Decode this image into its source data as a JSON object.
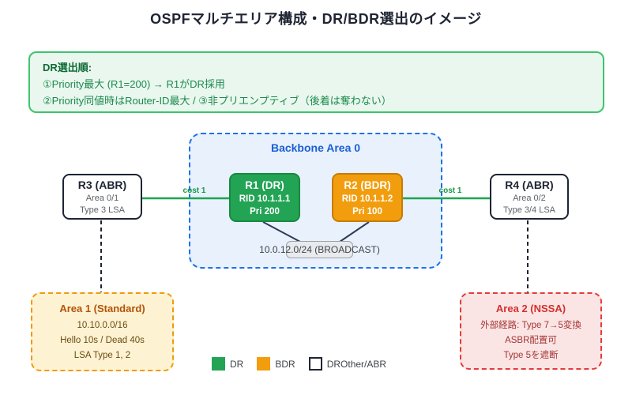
{
  "title": "OSPFマルチエリア構成・DR/BDR選出のイメージ",
  "info_box": {
    "heading": "DR選出順:",
    "line1": "①Priority最大 (R1=200) → R1がDR採用",
    "line2": "②Priority同値時はRouter-ID最大 / ③非プリエンプティブ（後着は奪わない）"
  },
  "backbone": {
    "title": "Backbone Area 0",
    "r1": {
      "name": "R1 (DR)",
      "rid": "RID 10.1.1.1",
      "pri": "Pri 200"
    },
    "r2": {
      "name": "R2 (BDR)",
      "rid": "RID 10.1.1.2",
      "pri": "Pri 100"
    },
    "segment_label": "10.0.12.0/24 (BROADCAST)"
  },
  "routers": {
    "r3": {
      "name": "R3 (ABR)",
      "line1": "Area 0/1",
      "line2": "Type 3 LSA"
    },
    "r4": {
      "name": "R4 (ABR)",
      "line1": "Area 0/2",
      "line2": "Type 3/4 LSA"
    }
  },
  "links": {
    "left_cost": "cost 1",
    "right_cost": "cost 1"
  },
  "areas": {
    "area1": {
      "title": "Area 1 (Standard)",
      "line1": "10.10.0.0/16",
      "line2": "Hello 10s / Dead 40s",
      "line3": "LSA Type 1, 2"
    },
    "area2": {
      "title": "Area 2 (NSSA)",
      "line1": "外部経路: Type 7→5変換",
      "line2": "ASBR配置可",
      "line3": "Type 5を遮断"
    }
  },
  "legend": {
    "items": [
      {
        "label": "DR",
        "color": "#23a455"
      },
      {
        "label": "BDR",
        "color": "#f29d0d"
      },
      {
        "label": "DROther/ABR",
        "color": "#ffffff"
      }
    ]
  },
  "colors": {
    "dr_green": "#23a455",
    "bdr_orange": "#f29d0d",
    "backbone_blue": "#1a73e8",
    "link_green": "#1ca54e",
    "area1_border": "#ee9b0c",
    "area2_border": "#e23c3c",
    "info_border": "#3ec46d",
    "navy": "#1e2433"
  }
}
